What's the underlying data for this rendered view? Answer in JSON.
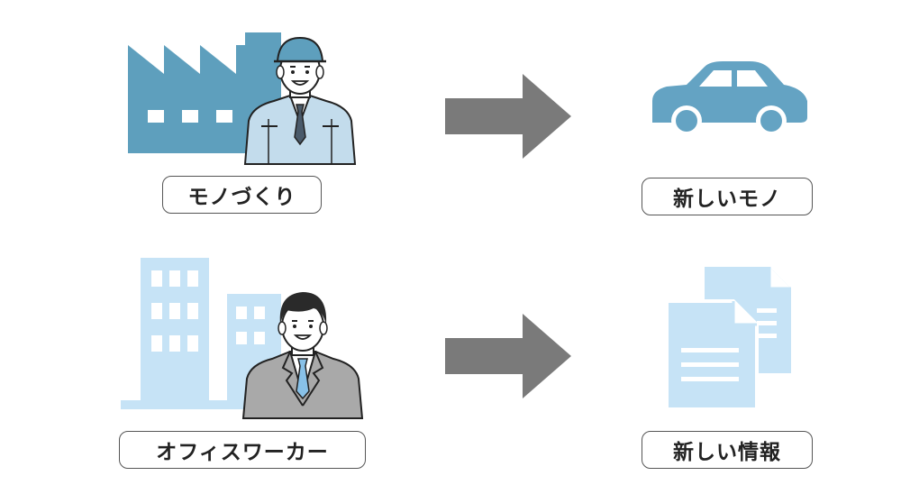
{
  "rows": [
    {
      "source_label": "モノづくり",
      "target_label": "新しいモノ",
      "source_icons": [
        "factory-icon",
        "factory-worker-icon"
      ],
      "target_icon": "car-icon"
    },
    {
      "source_label": "オフィスワーカー",
      "target_label": "新しい情報",
      "source_icons": [
        "office-building-icon",
        "office-worker-icon"
      ],
      "target_icon": "documents-icon"
    }
  ],
  "colors": {
    "factory": "#5e9fbd",
    "car": "#64a3c3",
    "building": "#c6e3f6",
    "documents": "#c6e3f6",
    "arrow": "#7a7a7a",
    "worker_uniform": "#c3dcec",
    "suit": "#a9a9a9",
    "tie": "#88c1e8",
    "outline": "#222222"
  }
}
